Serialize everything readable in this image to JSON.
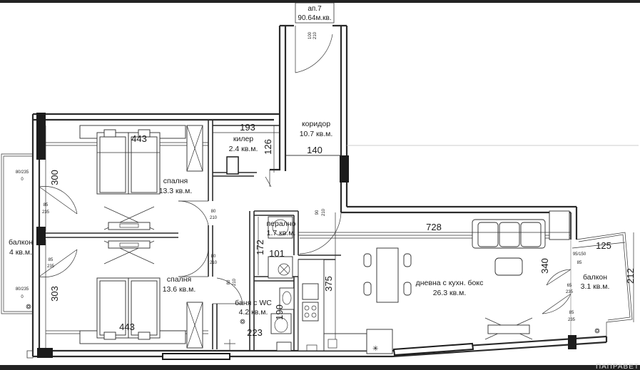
{
  "apartment": {
    "name": "ап.7",
    "area": "90.64м.кв."
  },
  "rooms": {
    "corridor": {
      "name": "коридор",
      "area": "10.7 кв.м."
    },
    "closet": {
      "name": "килер",
      "area": "2.4 кв.м."
    },
    "bedroom1": {
      "name": "спалня",
      "area": "13.3 кв.м."
    },
    "bedroom2": {
      "name": "спалня",
      "area": "13.6 кв.м."
    },
    "balcony_left": {
      "name": "балкон",
      "area": "4 кв.м."
    },
    "laundry": {
      "name": "перално",
      "area": "1.7 кв.м."
    },
    "bathroom": {
      "name": "баня с WC",
      "area": "4.2 кв.м."
    },
    "living": {
      "name": "дневна с кухн. бокс",
      "area": "26.3 кв.м."
    },
    "balcony_right": {
      "name": "балкон",
      "area": "3.1 кв.м."
    }
  },
  "dimensions": {
    "d193": "193",
    "d126": "126",
    "d140": "140",
    "d443_top": "443",
    "d300": "300",
    "d303": "303",
    "d443_bottom": "443",
    "d172": "172",
    "d101": "101",
    "d190": "190",
    "d223": "223",
    "d375": "375",
    "d728": "728",
    "d340": "340",
    "d125": "125",
    "d212": "212"
  },
  "door_labels": {
    "entry": [
      "100",
      "210"
    ],
    "corridor_side": [
      "90",
      "210"
    ],
    "bed1_door": [
      "80",
      "210"
    ],
    "bed2_door": [
      "80",
      "210"
    ],
    "bath_door": [
      "80",
      "210"
    ],
    "bal_left_win_top": [
      "80/235",
      "0"
    ],
    "bal_left_door_top": [
      "85",
      "235"
    ],
    "bal_left_door_bottom": [
      "85",
      "235"
    ],
    "bal_left_win_bottom": [
      "80/235",
      "0"
    ],
    "bal_right_win": [
      "95/150",
      "85"
    ],
    "bal_right_door1": [
      "65",
      "235"
    ],
    "bal_right_door2": [
      "85",
      "235"
    ]
  },
  "corner_text": "ПАПРАВЕТ"
}
